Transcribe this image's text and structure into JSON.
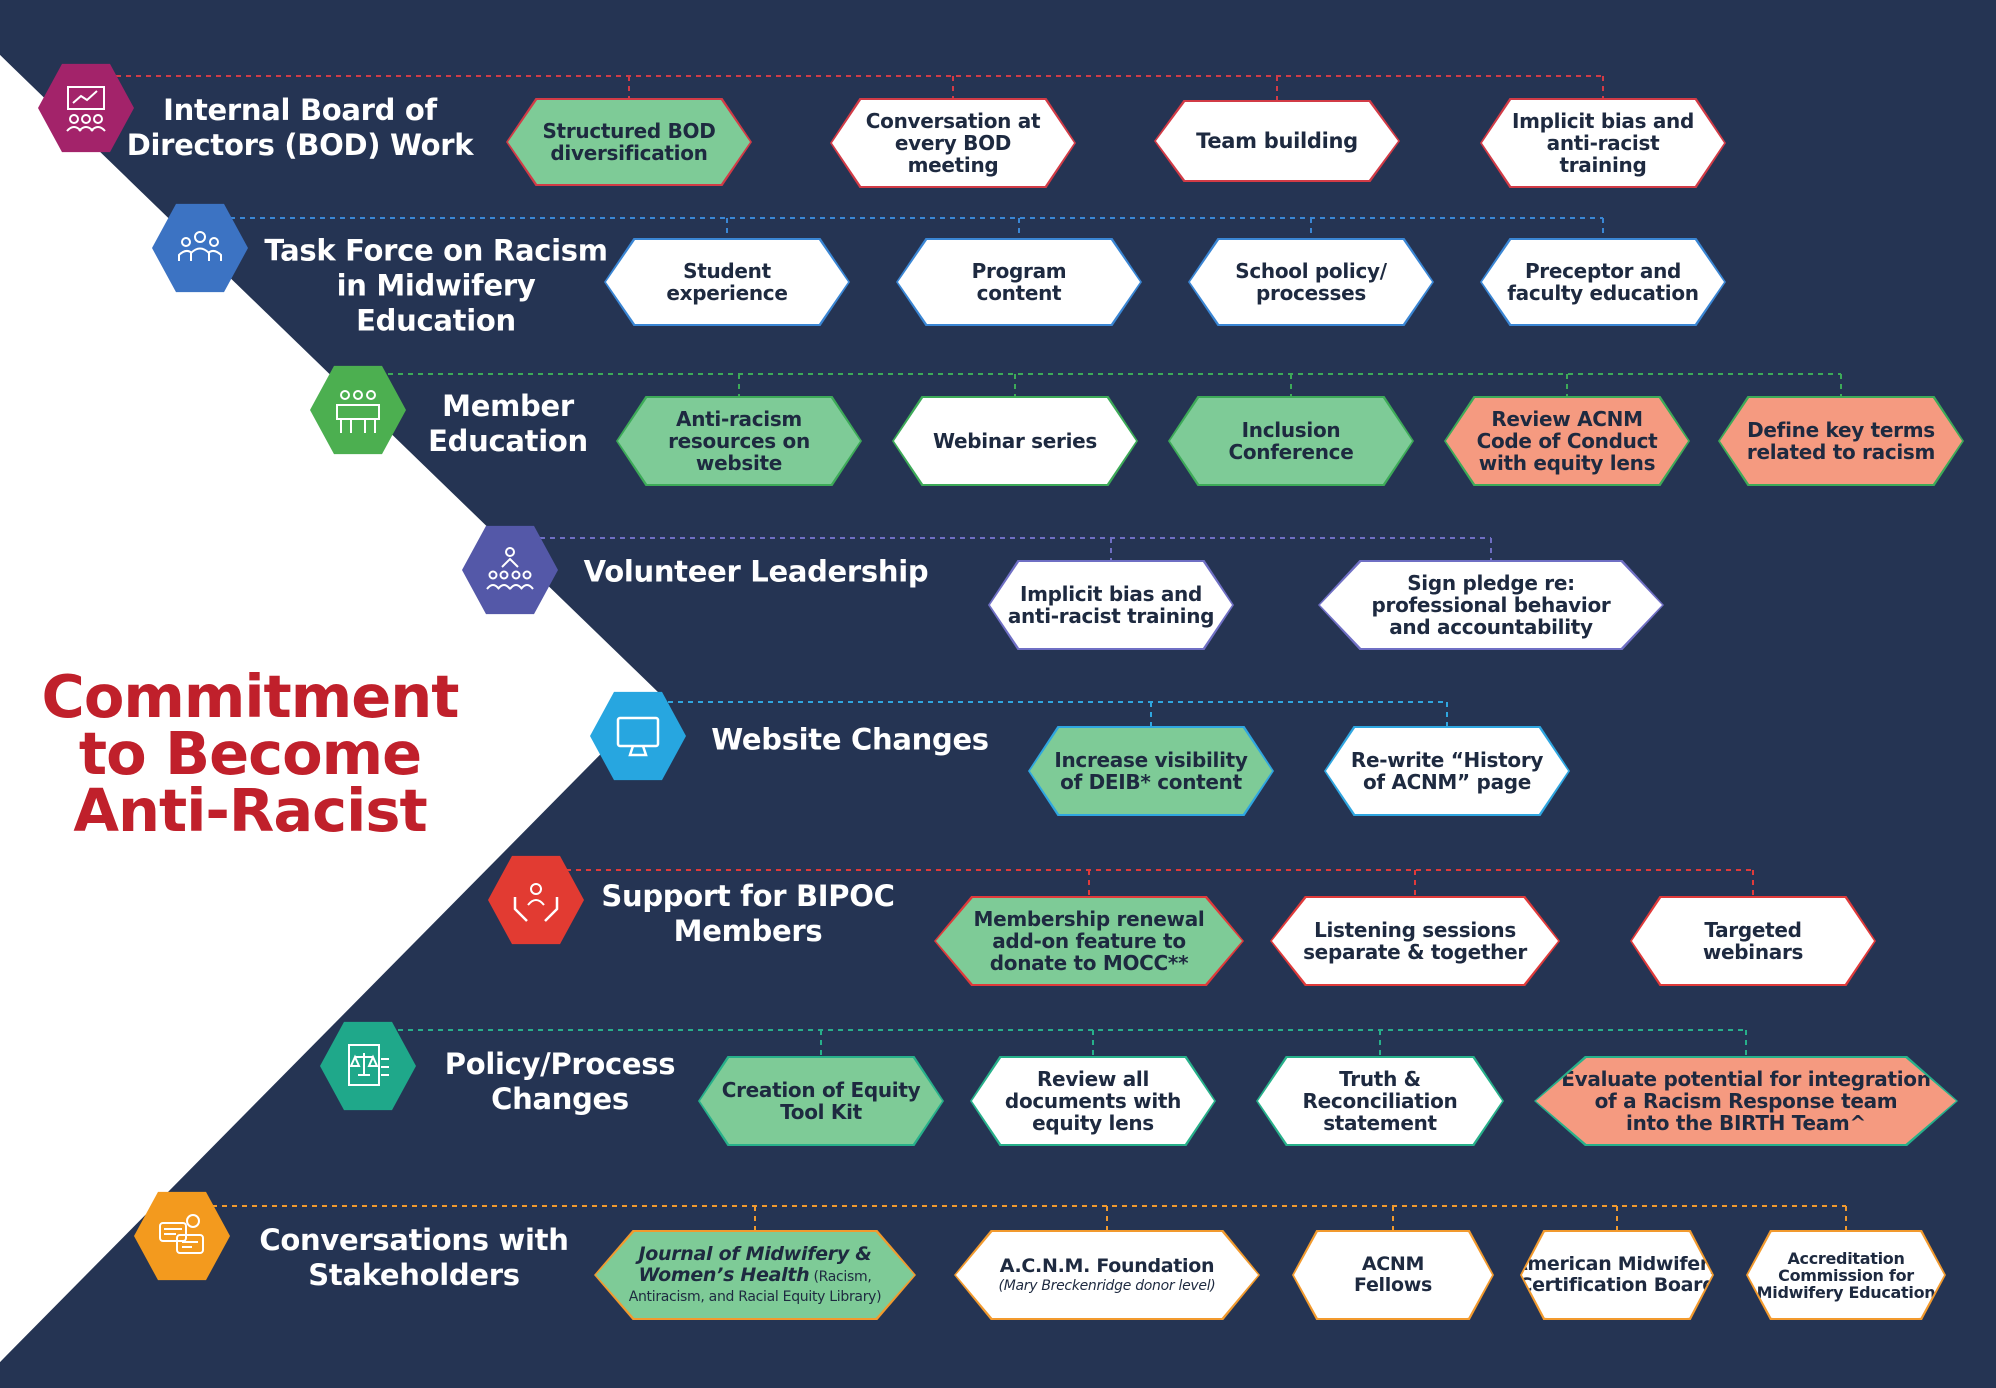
{
  "title_lines": [
    "Commitment",
    "to Become",
    "Anti-Racist"
  ],
  "colors": {
    "background_navy": "#253453",
    "title_red": "#c0202b",
    "pill_green": "#7ecb97",
    "pill_salmon": "#f59a80",
    "pill_white": "#ffffff"
  },
  "rows": [
    {
      "label": [
        "Internal Board of",
        "Directors (BOD) Work"
      ],
      "icon": "presentation-icon",
      "icon_color": "#a3236a",
      "line_color": "#d23b46",
      "items": [
        {
          "lines": [
            "Structured BOD",
            "diversification"
          ],
          "style": "green"
        },
        {
          "lines": [
            "Conversation at",
            "every BOD",
            "meeting"
          ],
          "style": "white"
        },
        {
          "lines": [
            "Team building"
          ],
          "style": "white"
        },
        {
          "lines": [
            "Implicit bias and",
            "anti-racist",
            "training"
          ],
          "style": "white"
        }
      ]
    },
    {
      "label": [
        "Task Force on Racism",
        "in Midwifery",
        "Education"
      ],
      "icon": "team-group-icon",
      "icon_color": "#3c73c3",
      "line_color": "#3a86d4",
      "items": [
        {
          "lines": [
            "Student",
            "experience"
          ],
          "style": "white"
        },
        {
          "lines": [
            "Program",
            "content"
          ],
          "style": "white"
        },
        {
          "lines": [
            "School policy/",
            "processes"
          ],
          "style": "white"
        },
        {
          "lines": [
            "Preceptor and",
            "faculty education"
          ],
          "style": "white"
        }
      ]
    },
    {
      "label": [
        "Member",
        "Education"
      ],
      "icon": "classroom-icon",
      "icon_color": "#4caf50",
      "line_color": "#3daa58",
      "items": [
        {
          "lines": [
            "Anti-racism",
            "resources on",
            "website"
          ],
          "style": "green"
        },
        {
          "lines": [
            "Webinar series"
          ],
          "style": "white"
        },
        {
          "lines": [
            "Inclusion",
            "Conference"
          ],
          "style": "green"
        },
        {
          "lines": [
            "Review ACNM",
            "Code of Conduct",
            "with equity lens"
          ],
          "style": "salmon"
        },
        {
          "lines": [
            "Define key terms",
            "related to racism"
          ],
          "style": "salmon"
        }
      ]
    },
    {
      "label": [
        "Volunteer Leadership"
      ],
      "icon": "leader-audience-icon",
      "icon_color": "#5458a8",
      "line_color": "#6f6fc4",
      "items": [
        {
          "lines": [
            "Implicit bias and",
            "anti-racist training"
          ],
          "style": "white"
        },
        {
          "lines": [
            "Sign pledge re:",
            "professional behavior",
            "and accountability"
          ],
          "style": "white"
        }
      ]
    },
    {
      "label": [
        "Website Changes"
      ],
      "icon": "monitor-icon",
      "icon_color": "#27a6e0",
      "line_color": "#2fa6e0",
      "items": [
        {
          "lines": [
            "Increase visibility",
            "of DEIB* content"
          ],
          "style": "green"
        },
        {
          "lines": [
            "Re-write “History",
            "of ACNM” page"
          ],
          "style": "white"
        }
      ]
    },
    {
      "label": [
        "Support for BIPOC",
        "Members"
      ],
      "icon": "hands-support-icon",
      "icon_color": "#e23b32",
      "line_color": "#e03a3a",
      "items": [
        {
          "lines": [
            "Membership renewal",
            "add-on feature to",
            "donate to MOCC**"
          ],
          "style": "green"
        },
        {
          "lines": [
            "Listening sessions",
            "separate & together"
          ],
          "style": "white"
        },
        {
          "lines": [
            "Targeted",
            "webinars"
          ],
          "style": "white"
        }
      ]
    },
    {
      "label": [
        "Policy/Process",
        "Changes"
      ],
      "icon": "scales-document-icon",
      "icon_color": "#1fa88a",
      "line_color": "#27b08a",
      "items": [
        {
          "lines": [
            "Creation of Equity",
            "Tool Kit"
          ],
          "style": "green"
        },
        {
          "lines": [
            "Review all",
            "documents with",
            "equity lens"
          ],
          "style": "white"
        },
        {
          "lines": [
            "Truth &",
            "Reconciliation",
            "statement"
          ],
          "style": "white"
        },
        {
          "lines": [
            "Evaluate potential for integration",
            "of a Racism Response team",
            "into the BIRTH Team^"
          ],
          "style": "salmon"
        }
      ]
    },
    {
      "label": [
        "Conversations with",
        "Stakeholders"
      ],
      "icon": "conversation-gear-icon",
      "icon_color": "#f39a1e",
      "line_color": "#f29a2e",
      "items": [
        {
          "lines": [
            "Journal of Midwifery &",
            "Women’s Health"
          ],
          "sub_inline": "(Racism,",
          "sub": [
            "Antiracism, and Racial Equity Library)"
          ],
          "style": "green",
          "italic_main": true
        },
        {
          "lines": [
            "A.C.N.M. Foundation"
          ],
          "sub": [
            "(Mary Breckenridge donor level)"
          ],
          "style": "white",
          "italic_sub": true
        },
        {
          "lines": [
            "ACNM",
            "Fellows"
          ],
          "style": "white"
        },
        {
          "lines": [
            "American Midwifery",
            "Certification Board"
          ],
          "style": "white"
        },
        {
          "lines": [
            "Accreditation",
            "Commission for",
            "Midwifery Education"
          ],
          "style": "white"
        }
      ]
    }
  ]
}
